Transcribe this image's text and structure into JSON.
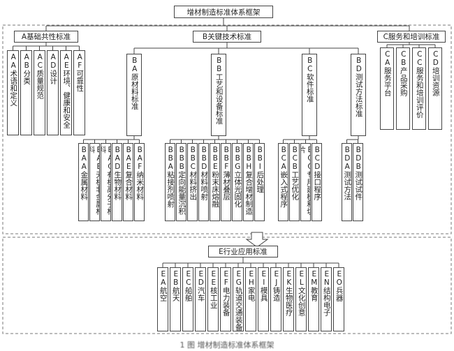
{
  "title": "增材制造标准体系框架",
  "caption": "1 图 增材制造标准体系框架",
  "groups": {
    "A": {
      "label": "A基础共性标准",
      "children": [
        "AA术语和定义",
        "AB分类",
        "AC质量规范",
        "AD设计",
        "AE环境、健康和安全",
        "AF可靠性"
      ]
    },
    "B": {
      "label": "B关键技术标准",
      "subgroups": [
        {
          "label": "BA原材料标准",
          "children": [
            "BAA金属材料",
            "BAB无机非金属材料",
            "BAC有机高分子材料",
            "BAD生物材料",
            "BAE复合材料",
            "BAF纳米材料"
          ]
        },
        {
          "label": "BB工艺和设备标准",
          "children": [
            "BBA粘接剂喷射",
            "BBB定向能量沉积",
            "BBC材料挤出",
            "BBD材料喷射",
            "BBE粉末床熔融",
            "BBF薄材叠层",
            "BBG立体光固化",
            "BBH复合增材制造",
            "BBI后处理"
          ]
        },
        {
          "label": "BC软件标准",
          "children": [
            "BCA嵌入式程序",
            "BCB工艺优化",
            "BCC专用建模和切片",
            "BCD接口程序"
          ]
        },
        {
          "label": "BD测试方法标准",
          "children": [
            "BDA测试方法",
            "BDB测试试件"
          ]
        }
      ]
    },
    "C": {
      "label": "C服务和培训标准",
      "children": [
        "CA服务平台",
        "CB产品采购",
        "CC服务和培训评价",
        "CD培训资源"
      ]
    },
    "E": {
      "label": "E行业应用标准",
      "children": [
        "EA航空",
        "EB航天",
        "EC船舶",
        "ED汽车",
        "EE核工业",
        "EF电力装备",
        "EG轨道交通装备",
        "EH家电",
        "EI模具",
        "EJ铸造",
        "EK生物医疗",
        "EL文化创意",
        "EM教育",
        "EN结构电子",
        "EO兵器"
      ]
    }
  }
}
